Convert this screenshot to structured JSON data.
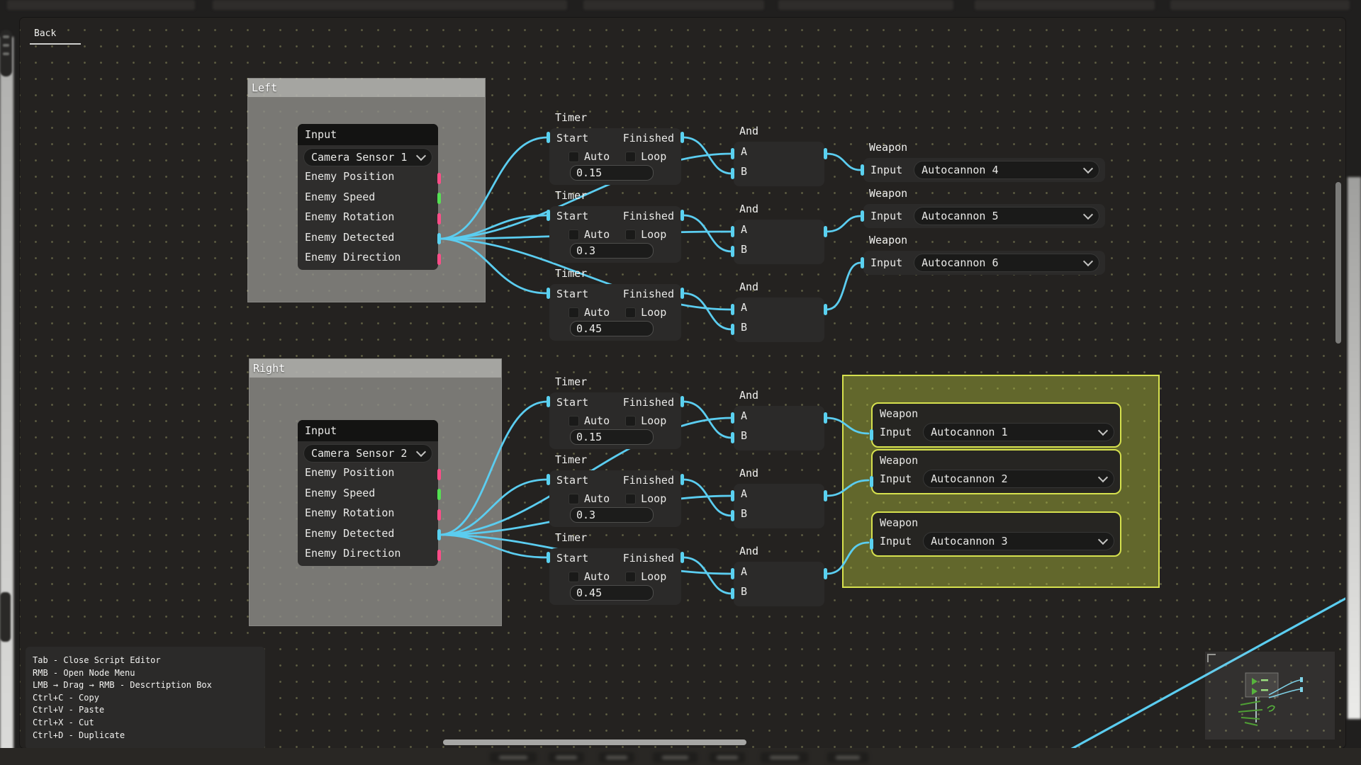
{
  "back_label": "Back",
  "colors": {
    "wire": "#5bcdf0",
    "port_signal": "#5ad1f0",
    "port_vector": "#ff4d88",
    "port_number": "#54e052",
    "selection_border": "#d6e14e",
    "selection_fill": "rgba(186,200,62,0.42)"
  },
  "groups": [
    {
      "title": "Left"
    },
    {
      "title": "Right"
    }
  ],
  "inputs": [
    {
      "title": "Input",
      "sensor": "Camera Sensor 1",
      "outputs": [
        {
          "label": "Enemy Position",
          "color": "#ff4d88"
        },
        {
          "label": "Enemy Speed",
          "color": "#54e052"
        },
        {
          "label": "Enemy Rotation",
          "color": "#ff4d88"
        },
        {
          "label": "Enemy Detected",
          "color": "#5ad1f0"
        },
        {
          "label": "Enemy Direction",
          "color": "#ff4d88"
        }
      ]
    },
    {
      "title": "Input",
      "sensor": "Camera Sensor 2",
      "outputs": [
        {
          "label": "Enemy Position",
          "color": "#ff4d88"
        },
        {
          "label": "Enemy Speed",
          "color": "#54e052"
        },
        {
          "label": "Enemy Rotation",
          "color": "#ff4d88"
        },
        {
          "label": "Enemy Detected",
          "color": "#5ad1f0"
        },
        {
          "label": "Enemy Direction",
          "color": "#ff4d88"
        }
      ]
    }
  ],
  "timers": [
    {
      "title": "Timer",
      "in": "Start",
      "out": "Finished",
      "cb1": "Auto",
      "cb2": "Loop",
      "value": "0.15"
    },
    {
      "title": "Timer",
      "in": "Start",
      "out": "Finished",
      "cb1": "Auto",
      "cb2": "Loop",
      "value": "0.3"
    },
    {
      "title": "Timer",
      "in": "Start",
      "out": "Finished",
      "cb1": "Auto",
      "cb2": "Loop",
      "value": "0.45"
    },
    {
      "title": "Timer",
      "in": "Start",
      "out": "Finished",
      "cb1": "Auto",
      "cb2": "Loop",
      "value": "0.15"
    },
    {
      "title": "Timer",
      "in": "Start",
      "out": "Finished",
      "cb1": "Auto",
      "cb2": "Loop",
      "value": "0.3"
    },
    {
      "title": "Timer",
      "in": "Start",
      "out": "Finished",
      "cb1": "Auto",
      "cb2": "Loop",
      "value": "0.45"
    }
  ],
  "ands": [
    {
      "title": "And",
      "in1": "A",
      "in2": "B"
    },
    {
      "title": "And",
      "in1": "A",
      "in2": "B"
    },
    {
      "title": "And",
      "in1": "A",
      "in2": "B"
    },
    {
      "title": "And",
      "in1": "A",
      "in2": "B"
    },
    {
      "title": "And",
      "in1": "A",
      "in2": "B"
    },
    {
      "title": "And",
      "in1": "A",
      "in2": "B"
    }
  ],
  "weapons": [
    {
      "title": "Weapon",
      "port": "Input",
      "selection": "Autocannon 4",
      "selected": false
    },
    {
      "title": "Weapon",
      "port": "Input",
      "selection": "Autocannon 5",
      "selected": false
    },
    {
      "title": "Weapon",
      "port": "Input",
      "selection": "Autocannon 6",
      "selected": false
    },
    {
      "title": "Weapon",
      "port": "Input",
      "selection": "Autocannon 1",
      "selected": true
    },
    {
      "title": "Weapon",
      "port": "Input",
      "selection": "Autocannon 2",
      "selected": true
    },
    {
      "title": "Weapon",
      "port": "Input",
      "selection": "Autocannon 3",
      "selected": true
    }
  ],
  "help": {
    "lines": [
      "Tab - Close Script Editor",
      "RMB - Open Node Menu",
      "LMB → Drag → RMB - Descrtiption Box",
      "Ctrl+C - Copy",
      "Ctrl+V - Paste",
      "Ctrl+X - Cut",
      "Ctrl+D - Duplicate"
    ]
  }
}
